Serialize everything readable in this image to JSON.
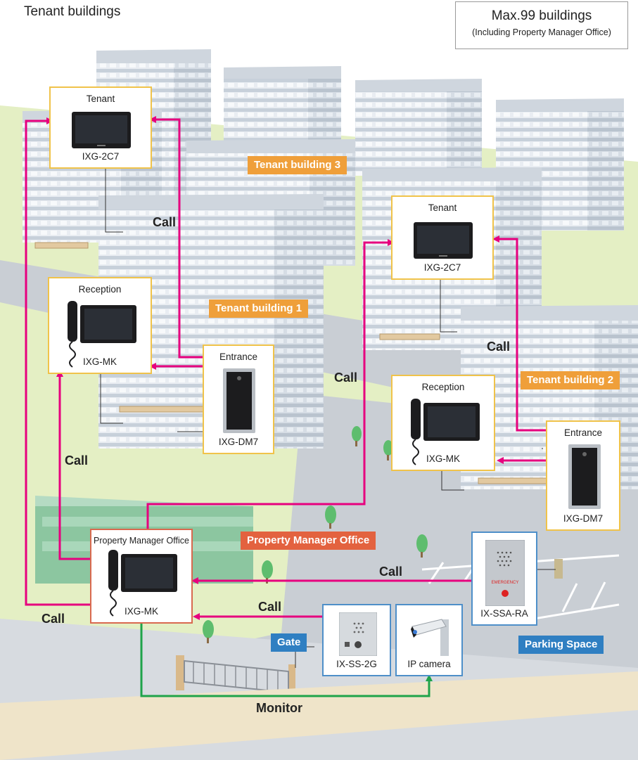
{
  "title": "Tenant buildings",
  "note": {
    "main": "Max.99 buildings",
    "sub": "(Including Property Manager Office)"
  },
  "tags": {
    "building3": "Tenant building 3",
    "building1": "Tenant building 1",
    "building2": "Tenant building 2",
    "pmo": "Property Manager Office",
    "gate": "Gate",
    "parking": "Parking Space"
  },
  "devices": {
    "tenant_left": {
      "role": "Tenant",
      "model": "IXG-2C7"
    },
    "reception_left": {
      "role": "Reception",
      "model": "IXG-MK"
    },
    "entrance_left": {
      "role": "Entrance",
      "model": "IXG-DM7"
    },
    "tenant_right": {
      "role": "Tenant",
      "model": "IXG-2C7"
    },
    "reception_right": {
      "role": "Reception",
      "model": "IXG-MK"
    },
    "entrance_right": {
      "role": "Entrance",
      "model": "IXG-DM7"
    },
    "pmo_station": {
      "role": "Property Manager Office",
      "model": "IXG-MK"
    },
    "emergency": {
      "model": "IX-SSA-RA",
      "panel_text": "EMERGENCY"
    },
    "gate_speaker": {
      "model": "IX-SS-2G"
    },
    "camera": {
      "model": "IP camera"
    }
  },
  "links": {
    "call": "Call",
    "monitor": "Monitor"
  },
  "colors": {
    "call_line": "#e6007e",
    "monitor_line": "#1fa34a",
    "tenant_border": "#f0c34a",
    "pmo_border": "#d9694f",
    "ix_border": "#4e8fc9"
  }
}
